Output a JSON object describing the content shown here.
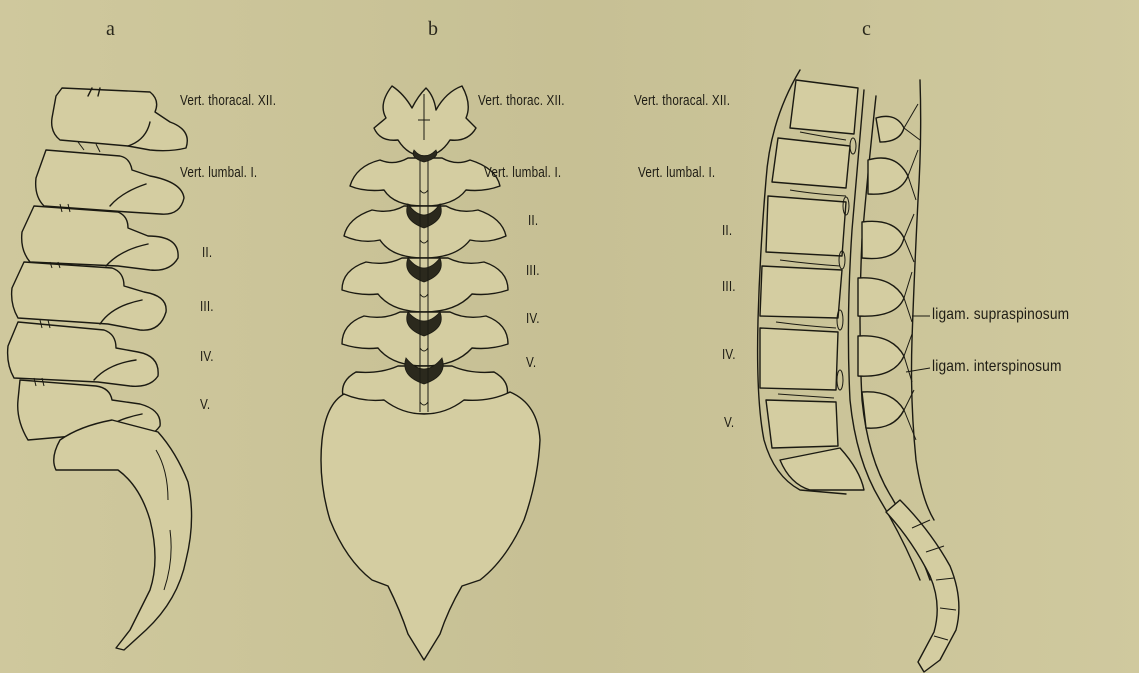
{
  "panels": {
    "a": {
      "letter": "a",
      "labels": {
        "thoracal": "Vert. thoracal. XII.",
        "lumbal": "Vert. lumbal. I.",
        "ii": "II.",
        "iii": "III.",
        "iv": "IV.",
        "v": "V."
      }
    },
    "b": {
      "letter": "b",
      "labels": {
        "thoracal": "Vert. thorac. XII.",
        "lumbal": "Vert. lumbal. I.",
        "ii": "II.",
        "iii": "III.",
        "iv": "IV.",
        "v": "V."
      }
    },
    "c": {
      "letter": "c",
      "labels": {
        "thoracal": "Vert. thoracal. XII.",
        "lumbal": "Vert. lumbal. I.",
        "ii": "II.",
        "iii": "III.",
        "iv": "IV.",
        "v": "V.",
        "supraspinosum": "ligam. supraspinosum",
        "interspinosum": "ligam. interspinosum"
      }
    }
  }
}
